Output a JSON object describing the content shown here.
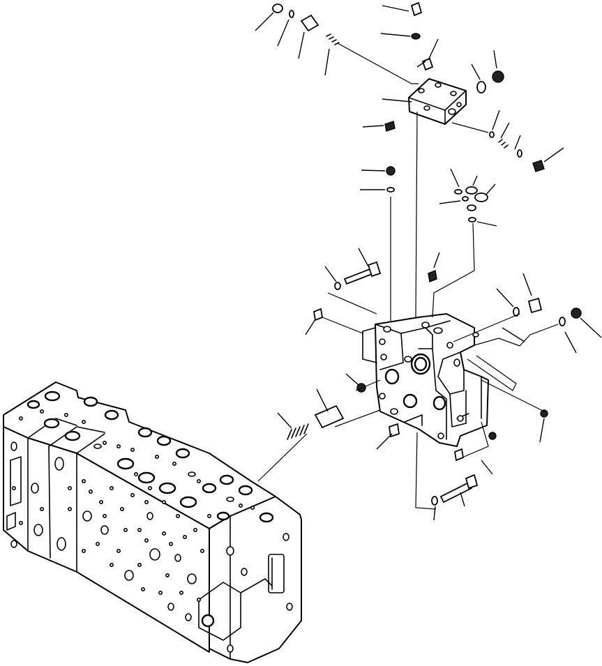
{
  "diagram": {
    "type": "exploded-parts-view",
    "assemblies": [
      "main-control-valve-body",
      "valve-section",
      "cover-block"
    ],
    "callout_count": 46
  }
}
